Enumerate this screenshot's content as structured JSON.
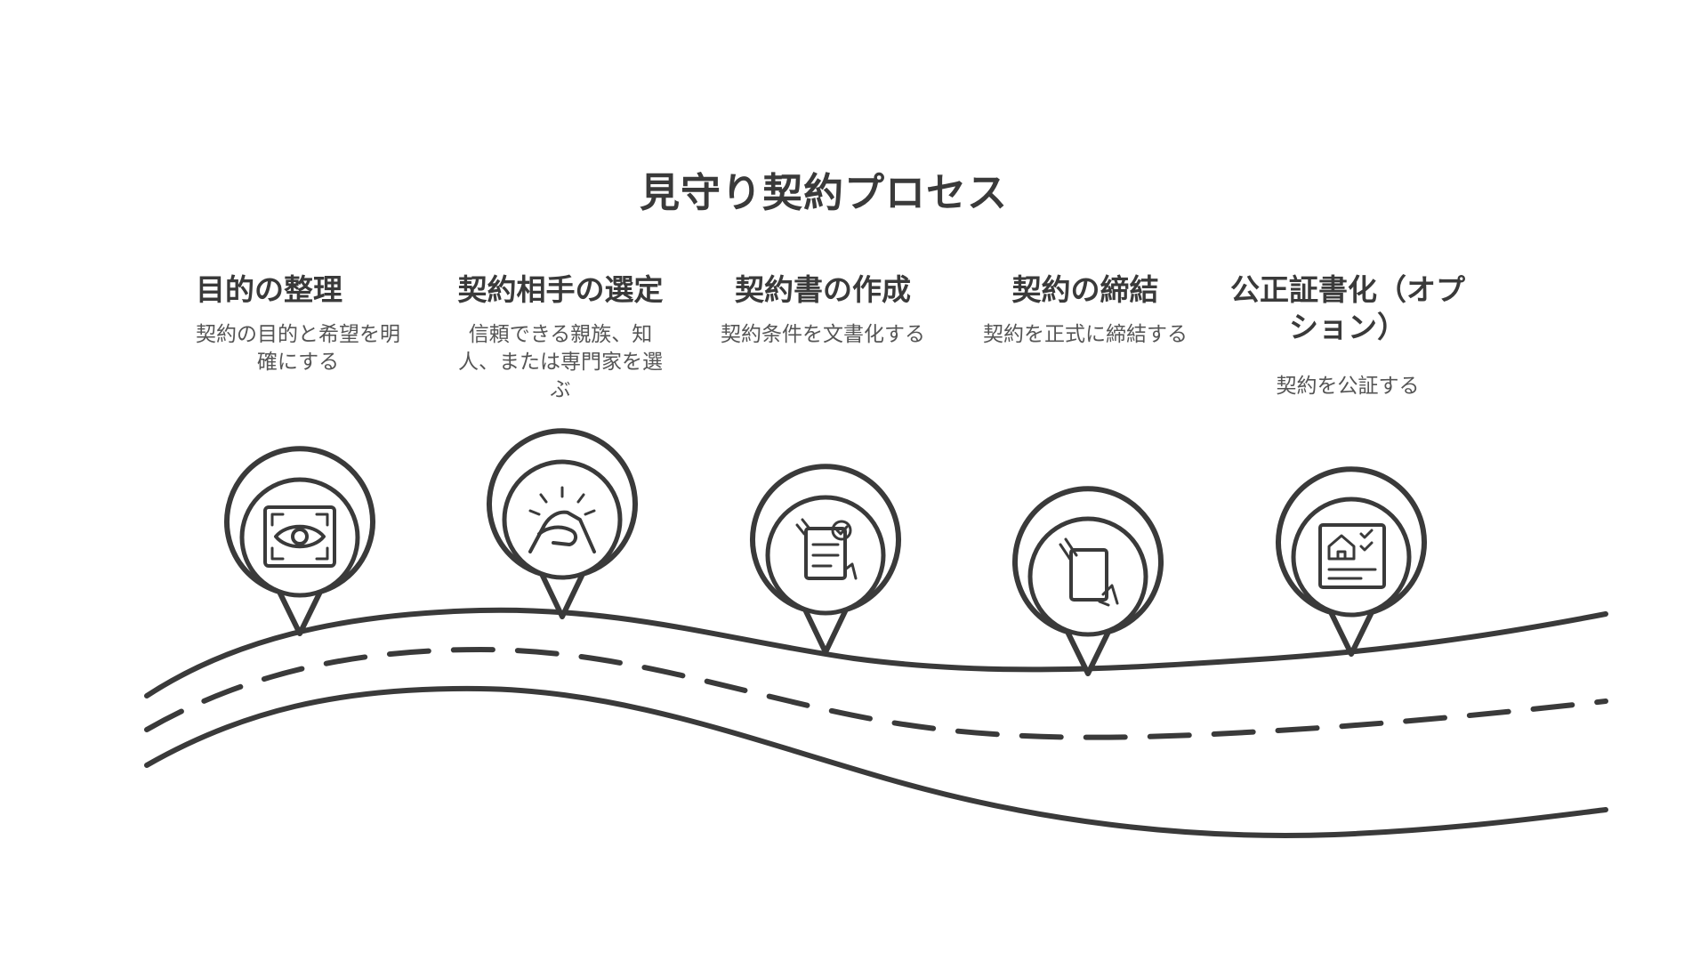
{
  "title": "見守り契約プロセス",
  "steps": [
    {
      "title": "目的の整理",
      "description": "契約の目的と希望を明確にする",
      "icon": "eye-scan-icon"
    },
    {
      "title": "契約相手の選定",
      "description": "信頼できる親族、知人、または専門家を選ぶ",
      "icon": "handshake-icon"
    },
    {
      "title": "契約書の作成",
      "description": "契約条件を文書化する",
      "icon": "document-writing-icon"
    },
    {
      "title": "契約の締結",
      "description": "契約を正式に締結する",
      "icon": "document-in-hands-icon"
    },
    {
      "title": "公正証書化（オプション）",
      "description": "契約を公証する",
      "icon": "house-checklist-icon"
    }
  ],
  "colors": {
    "stroke": "#3a3a3a",
    "text": "#3a3a3a",
    "background": "#ffffff"
  }
}
